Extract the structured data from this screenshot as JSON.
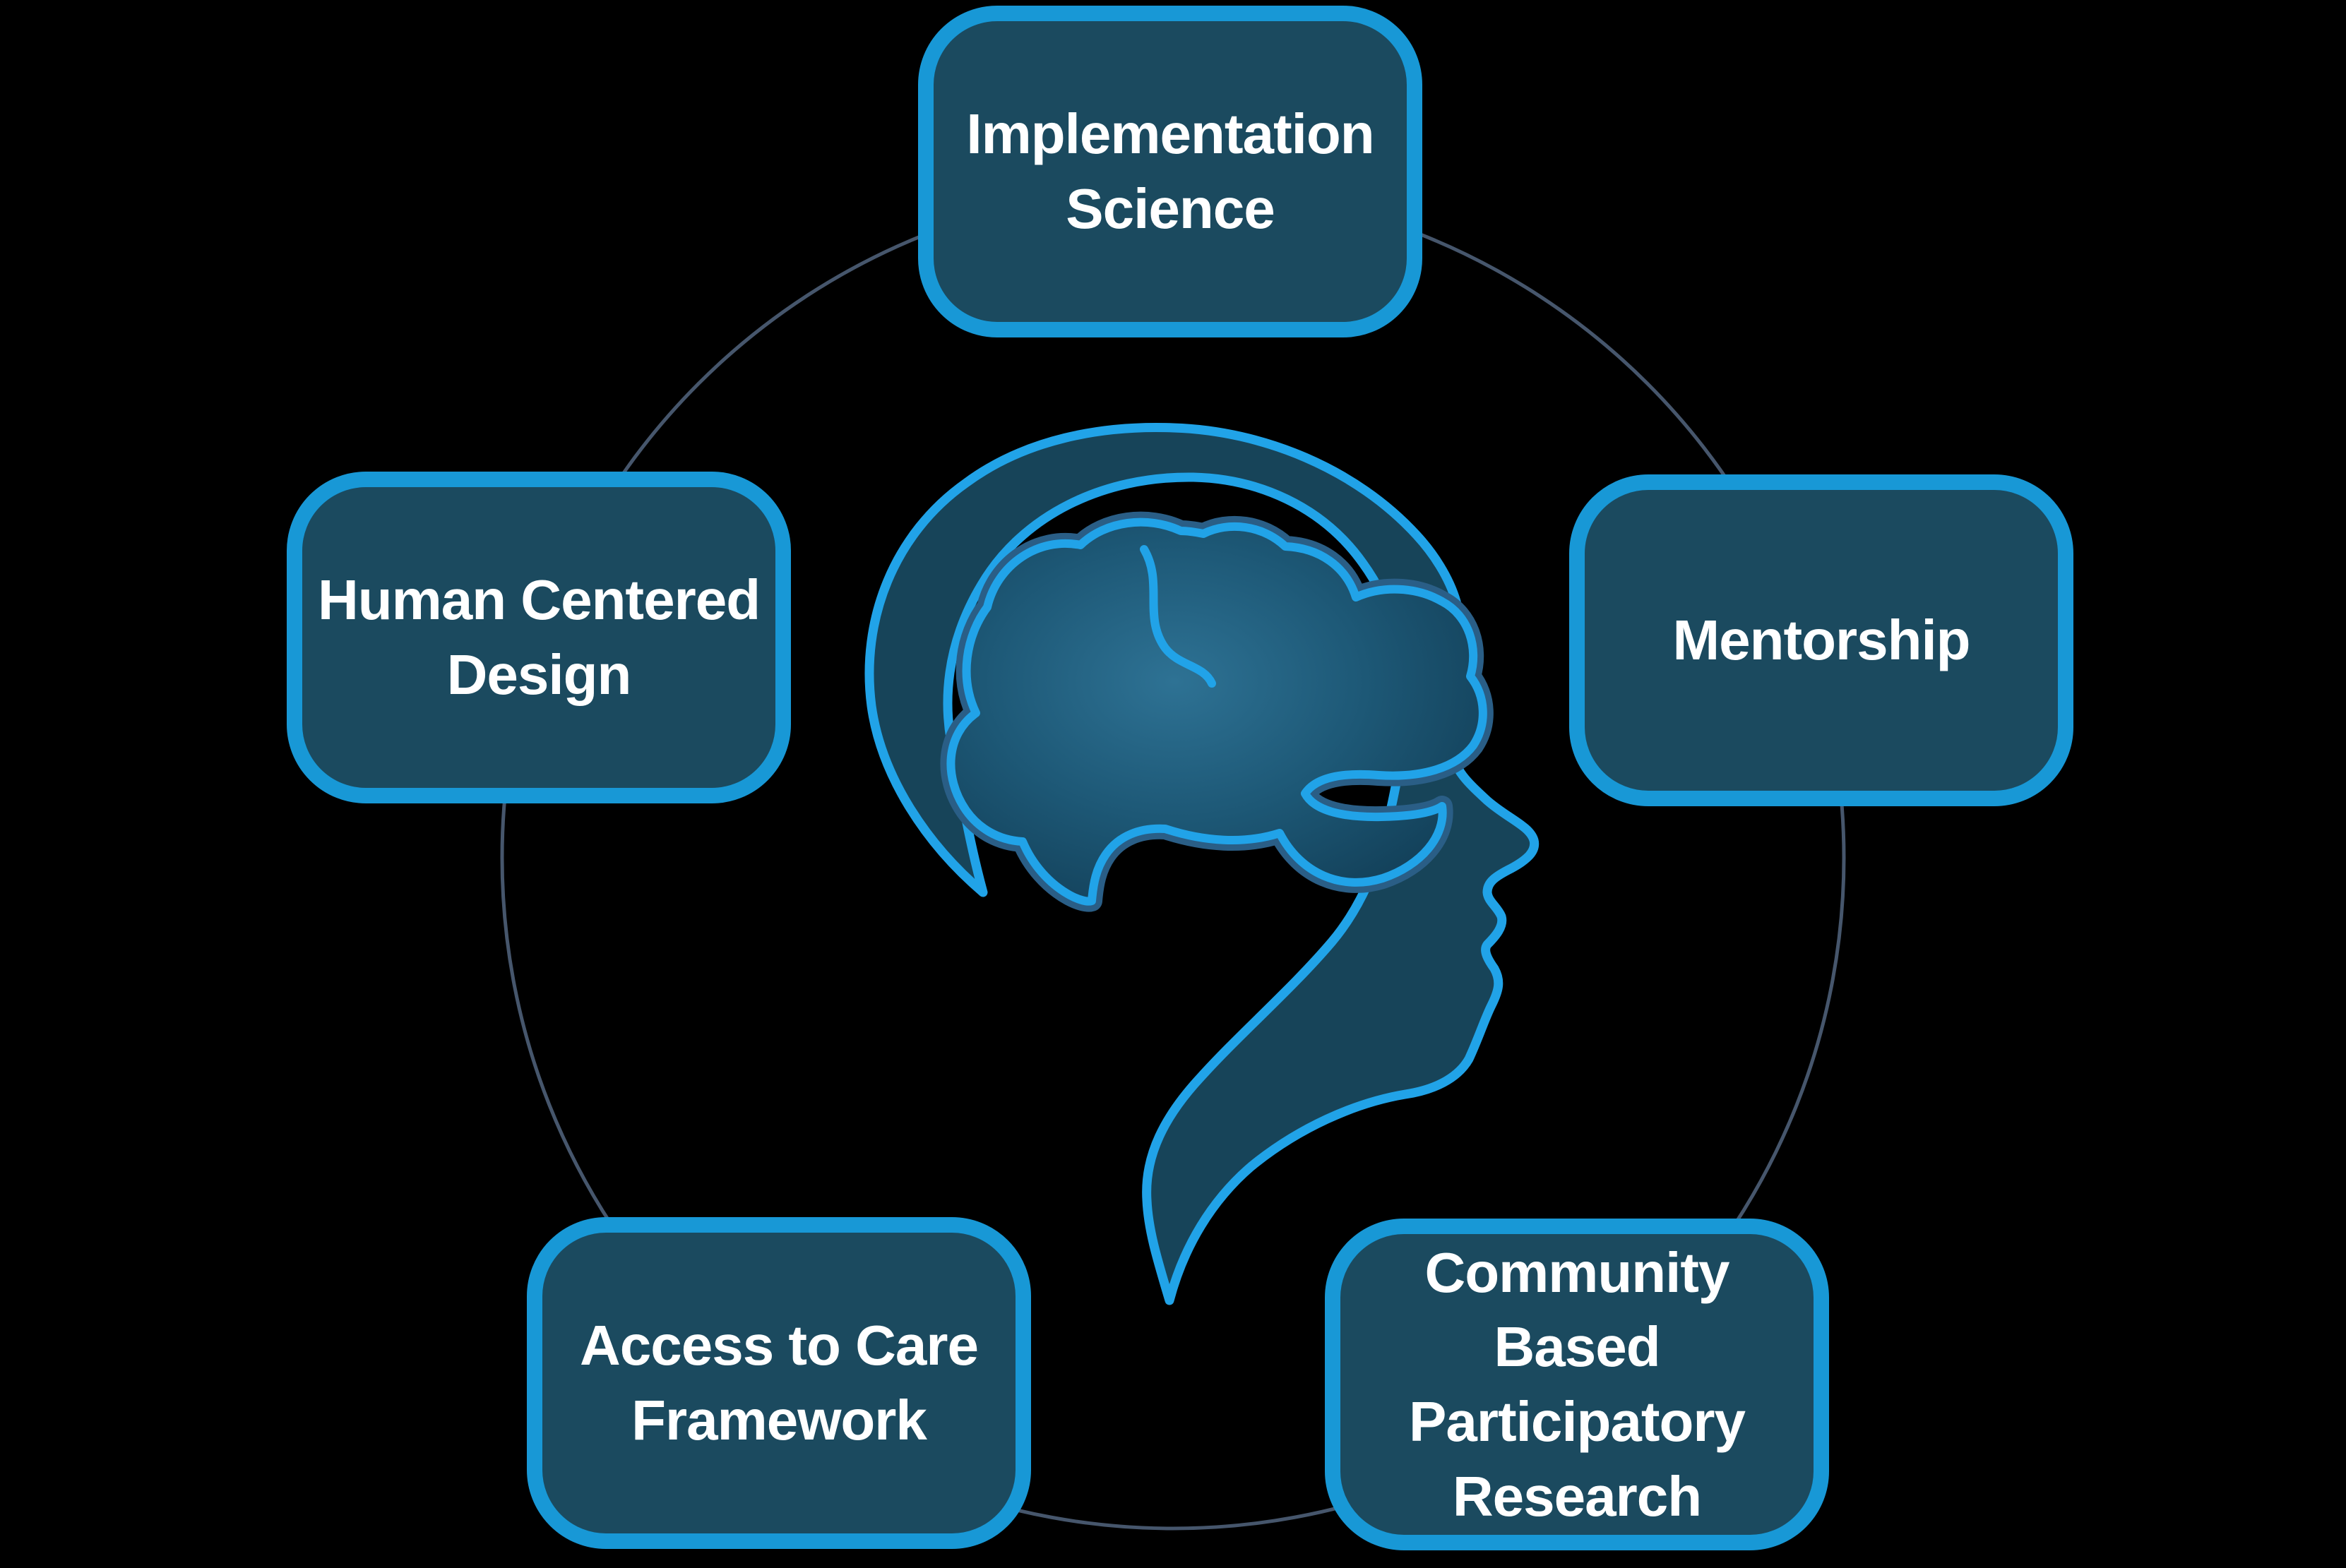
{
  "colors": {
    "bg": "#000000",
    "node-fill": "#1B4A5F",
    "node-border": "#1898D6",
    "text": "#FFFFFF",
    "ring": "#46566C",
    "icon-fill": "#174459",
    "icon-stroke": "#21A3E8",
    "brain-halo": "#2A5E86"
  },
  "diagram": {
    "type": "cycle",
    "center_icon": "head-with-brain",
    "nodes": [
      {
        "id": "implementation-science",
        "position": "top",
        "label": "Implementation\nScience"
      },
      {
        "id": "human-centered-design",
        "position": "left",
        "label": "Human Centered\nDesign"
      },
      {
        "id": "mentorship",
        "position": "right",
        "label": "Mentorship"
      },
      {
        "id": "access-to-care-framework",
        "position": "bottom-left",
        "label": "Access to Care\nFramework"
      },
      {
        "id": "community-based-participatory-research",
        "position": "bottom-right",
        "label": "Community Based\nParticipatory\nResearch"
      }
    ]
  }
}
